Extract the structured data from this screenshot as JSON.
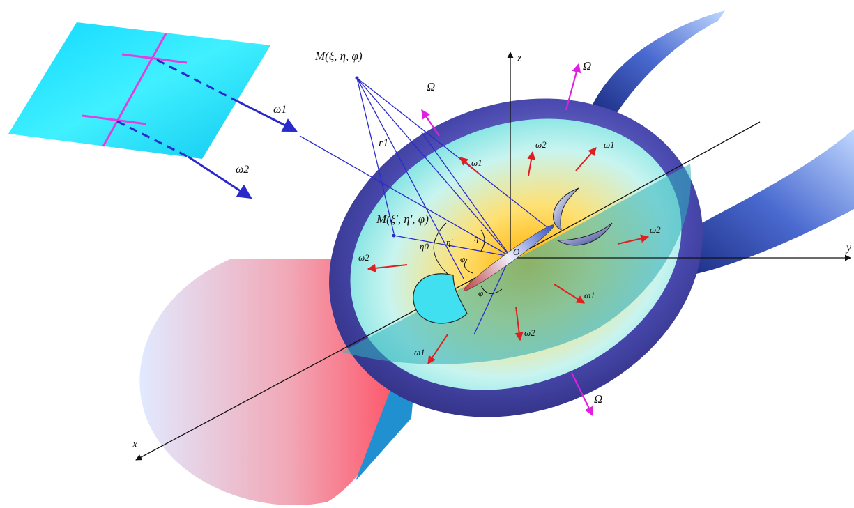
{
  "labels": {
    "point_M": "M(ξ, η, φ)",
    "point_M_prime": "M(ξ', η', φ)",
    "r1": "r1",
    "z_axis": "z",
    "y_axis": "y",
    "x_axis": "x",
    "origin": "O",
    "omega1": "ω1",
    "omega2": "ω2",
    "Omega": "Ω",
    "eta": "η",
    "eta_prime": "η'",
    "eta0": "η0",
    "phi": "φ"
  },
  "colors": {
    "plane": "#22e0ff",
    "plane_lines": "#e040e0",
    "rays": "#2a2acc",
    "red_arrows": "#e02020",
    "magenta_arrows": "#e020e0",
    "shell_dark": "#2a2a8a",
    "shell_light": "#c8c8f0",
    "core_glow": "#ffc000",
    "disk_cyan": "#80f0f0",
    "red_cone": "#f04a60"
  }
}
